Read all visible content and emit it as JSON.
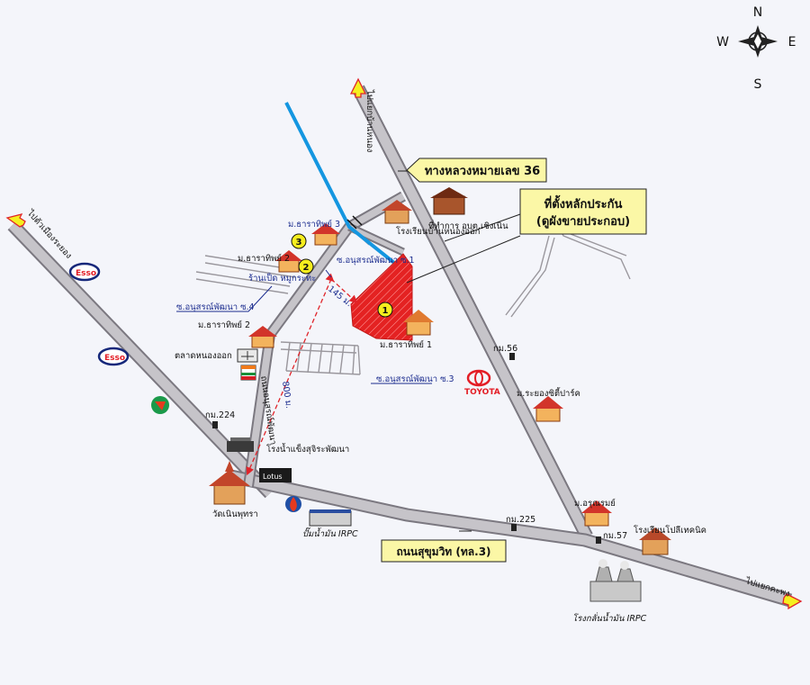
{
  "compass": {
    "north": "N",
    "east": "E",
    "south": "S",
    "west": "W"
  },
  "callouts": {
    "highway36": "ทางหลวงหมายเลข 36",
    "location_line1": "ที่ตั้งหลักประกัน",
    "location_line2": "(ดูผังขายประกอบ)",
    "sukhumvit": "ถนนสุขุมวิท (ทล.3)"
  },
  "directions": {
    "ban_khai": "ไปแยกบ้านหนอง",
    "rayong": "ไปตัวเมืองระยอง",
    "kacha": "ไปแยกคะพง"
  },
  "labels": {
    "school_nong_ok": "โรงเรียนบ้านหนองออก",
    "subdistrict_office": "ที่ทำการ อบต.เชิงเนิน",
    "m_tharathip3": "ม.ธาราทิพย์ 3",
    "m_tharathip2_top": "ม.ธาราทิพย์ 2",
    "m_tharathip2": "ม.ธาราทิพย์ 2",
    "m_tharathip1": "ม.ธาราทิพย์ 1",
    "soi1": "ซ.อนุสรณ์พัฒนา ซ.1",
    "soi3": "ซ.อนุสรณ์พัฒนา ซ.3",
    "soi4": "ซ.อนุสรณ์พัฒนา ซ.4",
    "duck_shop": "ร้านเป็ด หมูกระทะ",
    "dist_145": "145 ม.",
    "dist_800": "800 ม.",
    "market": "ตลาดหนองออก",
    "anusorn_road": "ถนนอนุสรณ์พัฒนา",
    "km224": "กม.224",
    "ice_factory": "โรงน้ำแข็งสุจิระพัฒนา",
    "lotus": "Lotus",
    "temple": "วัดเนินพุทรา",
    "irpc_station": "ปั๊มน้ำมัน IRPC",
    "km225": "กม.225",
    "km56": "กม.56",
    "toyota": "TOYOTA",
    "rayong_city_park": "ม.ระยองซิตี้ปาร์ค",
    "m_arunrom": "ม.อรุณรมย์",
    "km57": "กม.57",
    "poly_school": "โรงเรียนโปลีเทคนิค",
    "irpc_refinery": "โรงกลั่นน้ำมัน IRPC",
    "esso1": "Esso",
    "esso2": "Esso",
    "marker1": "1",
    "marker2": "2",
    "marker3": "3"
  },
  "colors": {
    "road": "#c6c4c9",
    "road_edge": "#7b7880",
    "callout_fill": "#fbf7a6",
    "plot": "#e42222",
    "river": "#1496e0",
    "marker": "#f6ee1e",
    "label_blue": "#1c2d8f",
    "arrow_fill": "#f5ef1f",
    "dashed": "#e0242a"
  }
}
